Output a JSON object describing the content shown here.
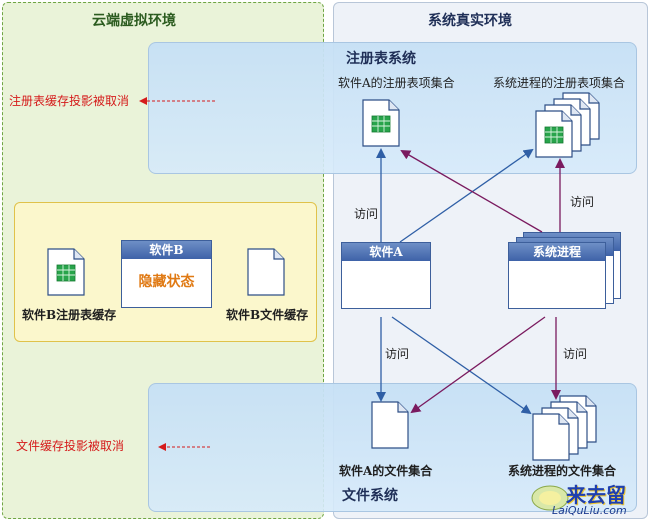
{
  "left_panel": {
    "title": "云端虚拟环境"
  },
  "right_panel": {
    "title": "系统真实环境"
  },
  "registry": {
    "title": "注册表系统",
    "app_a_label": "软件A的注册表项集合",
    "system_label": "系统进程的注册表项集合",
    "cancel_note": "注册表缓存投影被取消"
  },
  "filesystem": {
    "title": "文件系统",
    "app_a_label": "软件A的文件集合",
    "system_label": "系统进程的文件集合",
    "cancel_note": "文件缓存投影被取消"
  },
  "virtual_box": {
    "registry_cache_label": "软件B注册表缓存",
    "file_cache_label": "软件B文件缓存",
    "app_b_title": "软件B",
    "app_b_state": "隐藏状态"
  },
  "apps": {
    "app_a": "软件A",
    "system_process": "系统进程"
  },
  "access_labels": {
    "top_left": "访问",
    "top_right": "访问",
    "bottom_left": "访问",
    "bottom_right": "访问"
  },
  "watermark": {
    "text": "来去留",
    "url": "LaiQuLiu.com"
  },
  "colors": {
    "blue_arrow": "#2f5fa6",
    "purple_arrow": "#7a1a5f",
    "red_dashed": "#d51b1b",
    "accent_orange": "#e07a14"
  }
}
